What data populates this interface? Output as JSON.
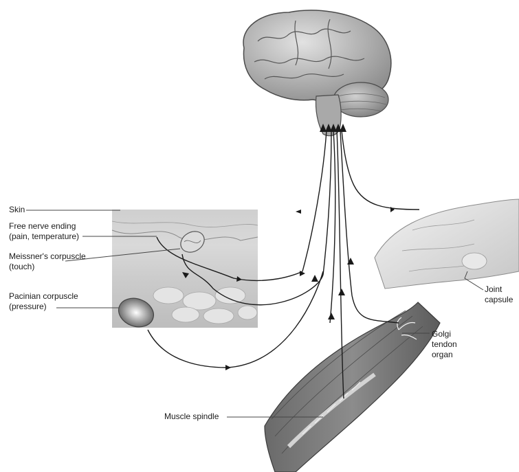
{
  "labels": {
    "skin": "Skin",
    "free_nerve_ending": [
      "Free nerve ending",
      "(pain, temperature)"
    ],
    "meissner": [
      "Meissner's corpuscle",
      "(touch)"
    ],
    "pacinian": [
      "Pacinian corpuscle",
      "(pressure)"
    ],
    "joint_capsule": [
      "Joint",
      "capsule"
    ],
    "golgi": [
      "Golgi",
      "tendon",
      "organ"
    ],
    "muscle_spindle": "Muscle spindle"
  }
}
